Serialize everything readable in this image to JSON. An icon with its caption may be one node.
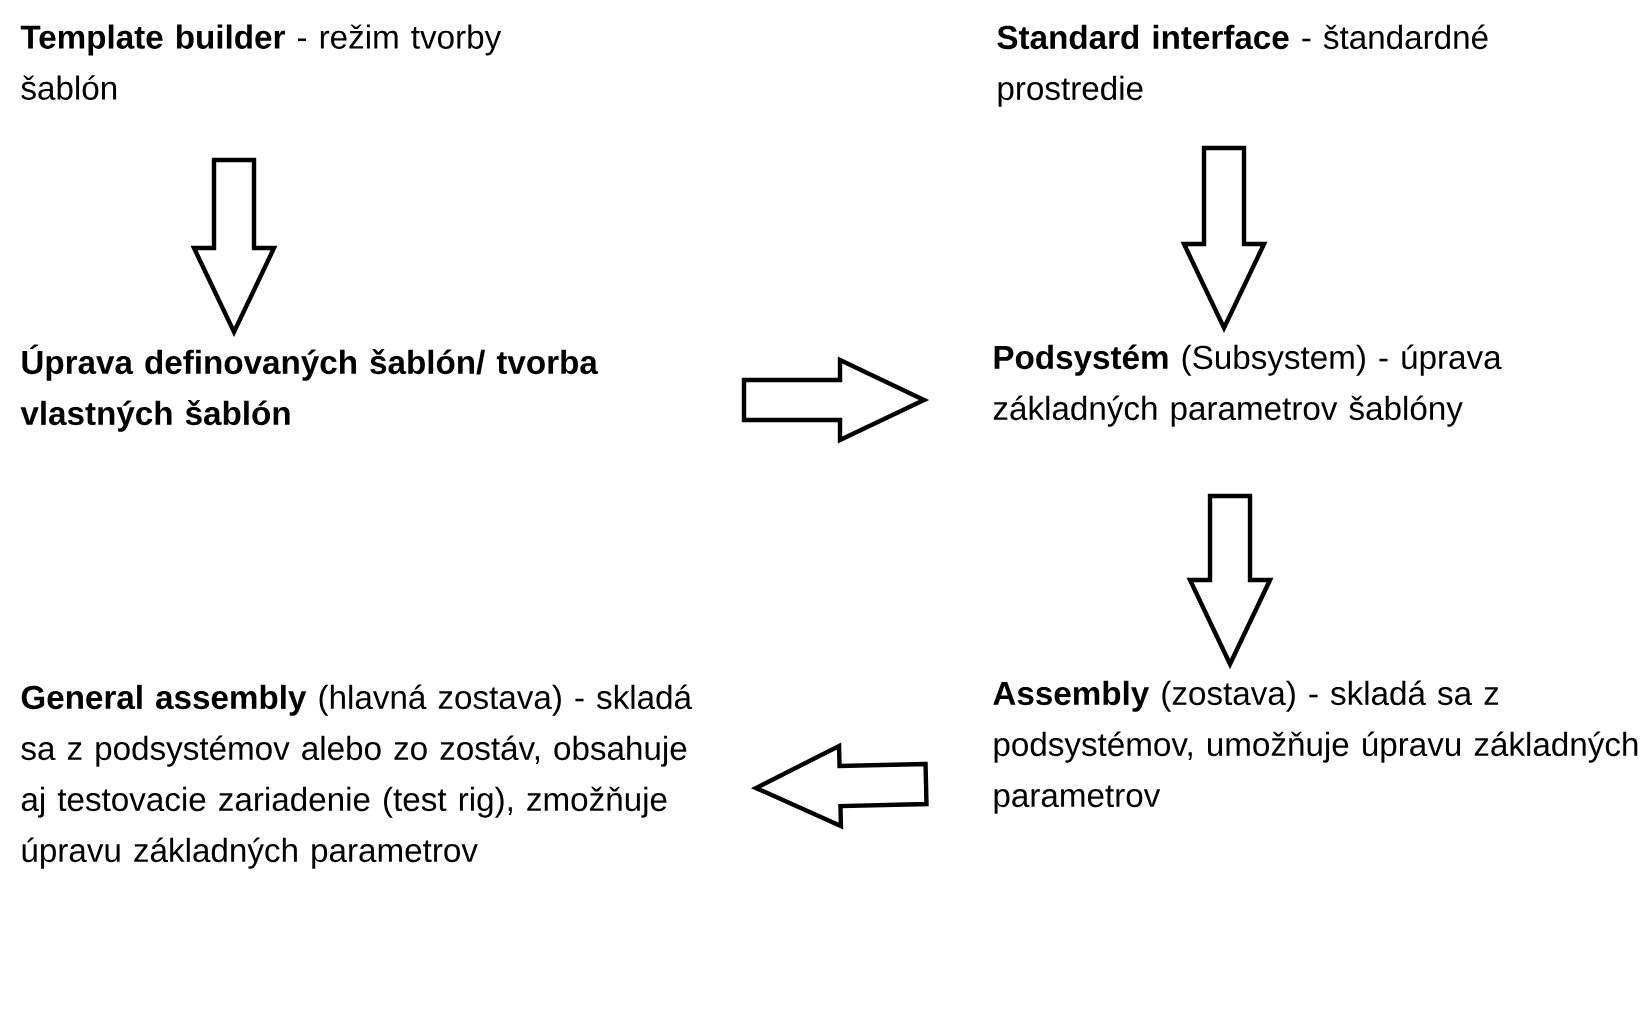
{
  "diagram": {
    "nodes": [
      {
        "text": [
          "**Template builder** - režim tvorby šablón"
        ]
      },
      {
        "text": [
          "**Standard interface** - štandardné prostredie"
        ]
      },
      {
        "text": [
          "Úprava definovaných šablón/ tvorba vlastných šablón"
        ]
      },
      {
        "text": [
          "**Podsystém** (Subsystem) - úprava základných parametrov šablóny"
        ]
      },
      {
        "text": [
          "**Assembly** (zostava) - skladá sa z podsystémov, umožňuje úpravu základných parametrov"
        ]
      },
      {
        "text": [
          "**General assembly** (hlavná zostava) - skladá sa z podsystémov alebo zo zostáv, obsahuje aj testovacie zariadenie (test rig), zmožňuje úpravu základných parametrov"
        ]
      }
    ],
    "edges": [
      {
        "from": 0,
        "to": 2,
        "arrow": "to"
      },
      {
        "from": 1,
        "to": 3,
        "arrow": "to"
      },
      {
        "from": 2,
        "to": 3,
        "arrow": "to"
      },
      {
        "from": 3,
        "to": 4,
        "arrow": "to"
      },
      {
        "from": 4,
        "to": 5,
        "arrow": "to"
      }
    ]
  }
}
